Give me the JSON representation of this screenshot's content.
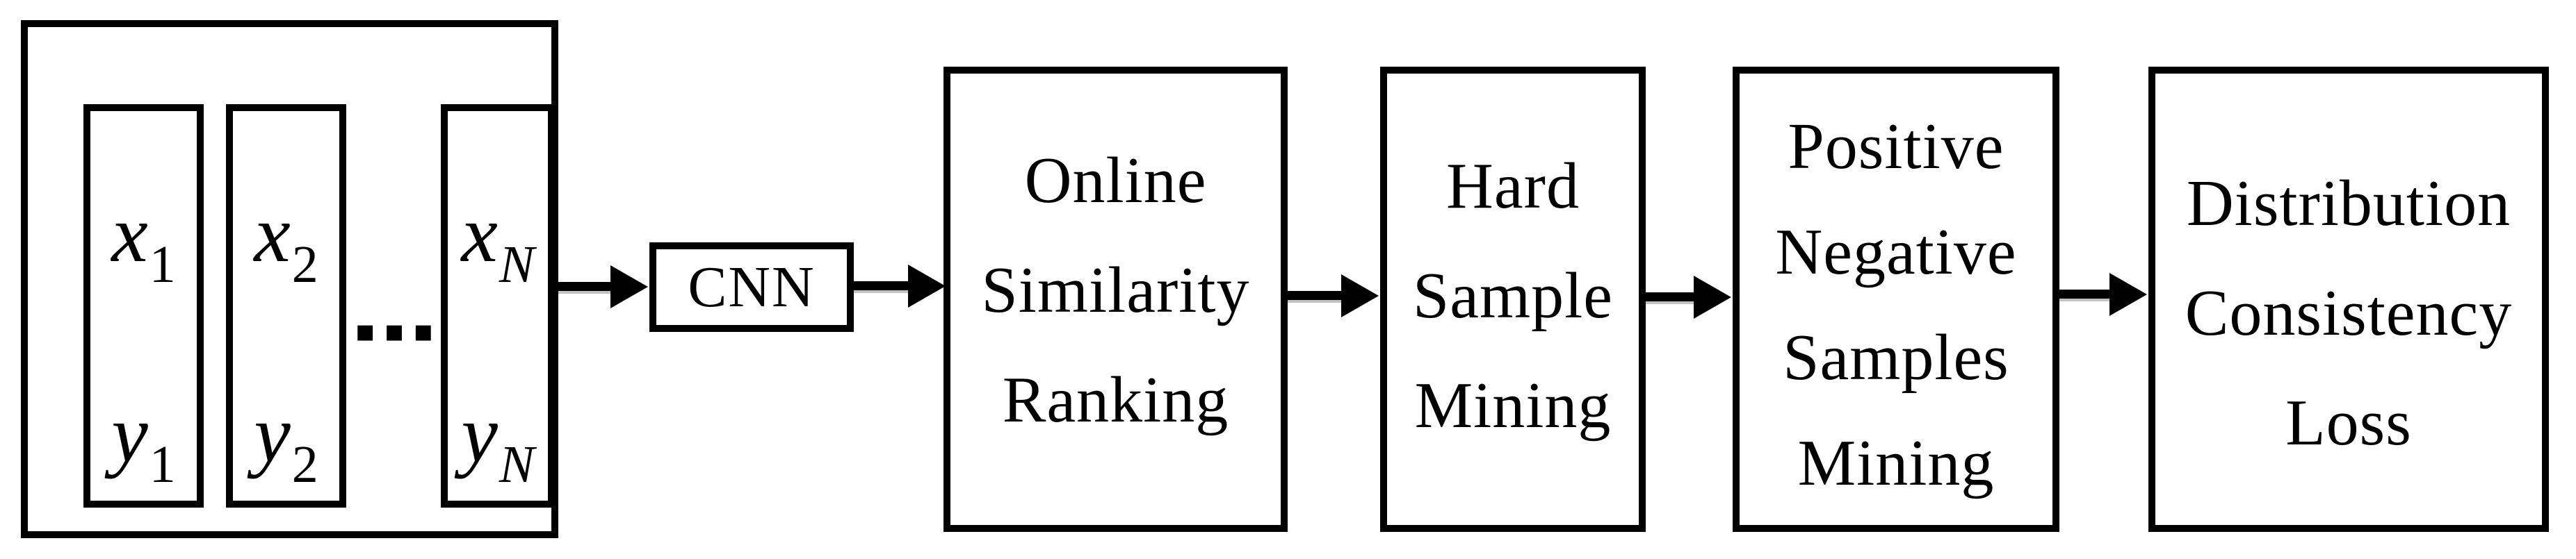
{
  "figure": {
    "type": "pipeline-diagram",
    "colors": {
      "ink": "#000000",
      "background": "#ffffff"
    }
  },
  "input_batch": {
    "samples": [
      {
        "top": {
          "base": "x",
          "sub": "1"
        },
        "bottom": {
          "base": "y",
          "sub": "1"
        }
      },
      {
        "top": {
          "base": "x",
          "sub": "2"
        },
        "bottom": {
          "base": "y",
          "sub": "2"
        }
      },
      {
        "top": {
          "base": "x",
          "sub": "N"
        },
        "bottom": {
          "base": "y",
          "sub": "N"
        }
      }
    ],
    "ellipsis": "▪▪▪"
  },
  "stages": [
    {
      "id": "cnn",
      "label_lines": [
        "CNN"
      ]
    },
    {
      "id": "online-similarity-ranking",
      "label_lines": [
        "Online",
        "Similarity",
        "Ranking"
      ]
    },
    {
      "id": "hard-sample-mining",
      "label_lines": [
        "Hard",
        "Sample",
        "Mining"
      ]
    },
    {
      "id": "positive-negative-samples-mining",
      "label_lines": [
        "Positive",
        "Negative",
        "Samples",
        "Mining"
      ]
    },
    {
      "id": "distribution-consistency-loss",
      "label_lines": [
        "Distribution",
        "Consistency",
        "Loss"
      ]
    }
  ]
}
